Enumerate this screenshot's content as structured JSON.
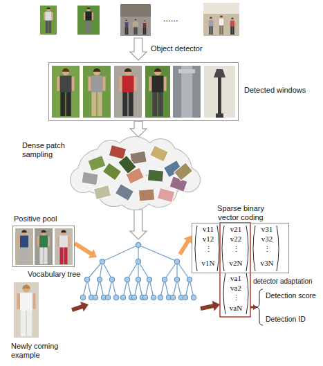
{
  "diagram": {
    "nodes": [
      {
        "text": [
          "Detected windows"
        ]
      },
      {
        "text": [
          "Dense patch sampling"
        ]
      },
      {
        "text": [
          "Positive pool"
        ]
      },
      {
        "text": [
          "Vocabulary tree"
        ]
      },
      {
        "text": [
          "Sparse binary vector coding",
          "v11",
          "v12",
          "⋮",
          "v1N",
          "v21",
          "v22",
          "⋮",
          "v2N",
          "v31",
          "v32",
          "⋮",
          "v3N"
        ]
      }
    ],
    "edges": [
      {
        "from": 0,
        "to": 1,
        "arrow": "to"
      },
      {
        "from": 1,
        "to": 3,
        "arrow": "to"
      },
      {
        "from": 2,
        "to": 3,
        "arrow": "to"
      },
      {
        "from": 3,
        "to": 4,
        "arrow": "to"
      }
    ],
    "labels": [
      "......",
      "Object detector",
      "detector adaptation",
      "va1",
      "va2",
      "⋮",
      "vaN",
      "Detection score",
      "Detection ID",
      "Newly coming example"
    ]
  }
}
